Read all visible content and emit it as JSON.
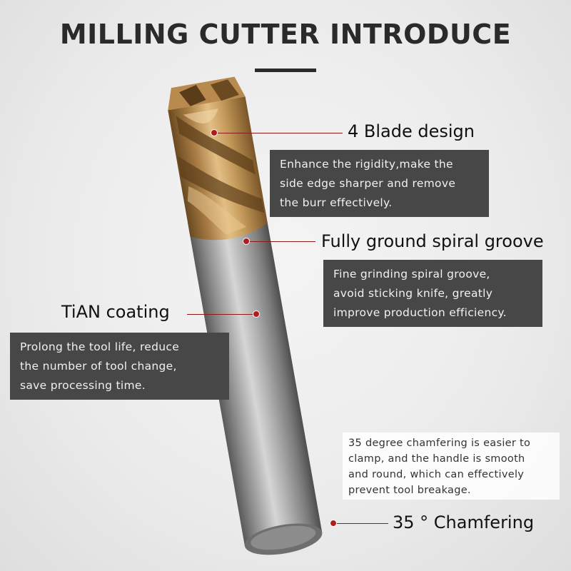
{
  "title": "MILLING CUTTER INTRODUCE",
  "callouts": [
    {
      "label": "4 Blade design",
      "lines": [
        "Enhance the rigidity,make the",
        "side edge sharper and remove",
        "the burr effectively."
      ]
    },
    {
      "label": "Fully ground spiral groove",
      "lines": [
        "Fine grinding spiral groove,",
        "avoid sticking knife, greatly",
        "improve production efficiency."
      ]
    },
    {
      "label": "TiAN coating",
      "lines": [
        "Prolong the tool life, reduce",
        "the number of tool change,",
        "save processing time."
      ]
    },
    {
      "label": "35 ° Chamfering",
      "lines": [
        "35 degree chamfering is easier to",
        "clamp, and the handle is smooth",
        "and round, which can effectively",
        "prevent tool breakage."
      ]
    }
  ],
  "colors": {
    "accent": "#b11c1c",
    "box_bg": "#474747",
    "coating": "#c49a5a",
    "shank": "#a3a3a3"
  }
}
